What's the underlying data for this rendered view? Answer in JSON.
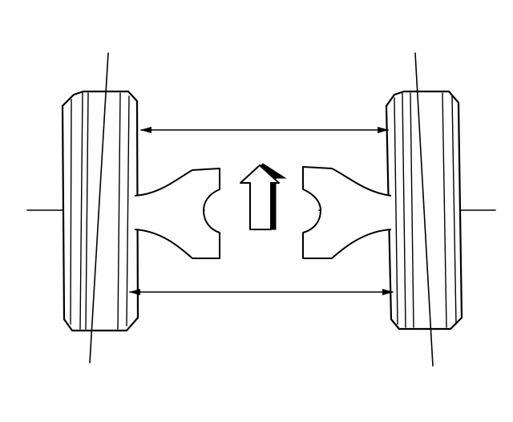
{
  "diagram": {
    "type": "wheel-alignment-toe",
    "direction_arrow": "forward",
    "colors": {
      "ink": "#000000",
      "background": "#ffffff"
    },
    "parts": [
      "left-wheel",
      "right-wheel",
      "axle-centerline",
      "front-measurement-arrow",
      "rear-measurement-arrow",
      "left-axle-hub",
      "right-axle-hub",
      "direction-arrow-icon"
    ]
  }
}
